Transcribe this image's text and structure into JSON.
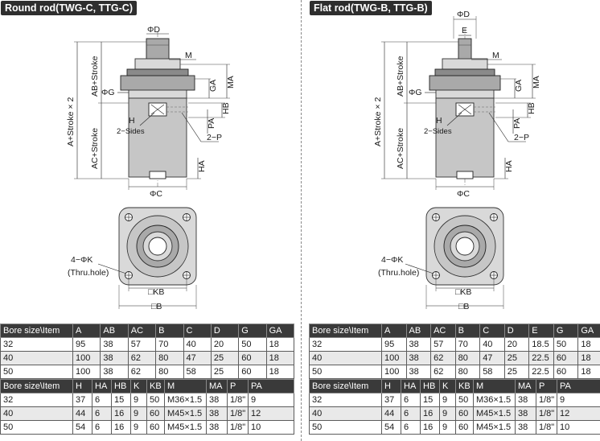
{
  "panels": [
    {
      "id": "round",
      "title": "Round rod(TWG-C, TTG-C)",
      "labels": {
        "phi_d": "ΦD",
        "e": "",
        "m": "M",
        "phi_g": "ΦG",
        "ga": "GA",
        "ma": "MA",
        "hb": "HB",
        "pa": "PA",
        "h": "H",
        "two_sides": "2−Sides",
        "two_p": "2−P",
        "ha": "HA",
        "phi_c": "ΦC",
        "a_stroke2": "A+Stroke × 2",
        "ab_stroke": "AB+Stroke",
        "ac_stroke": "AC+Stroke",
        "four_k": "4−ΦK",
        "thru_hole": "(Thru.hole)",
        "kb": "□KB",
        "b": "□B"
      },
      "table1": {
        "headers": [
          "Bore size\\Item",
          "A",
          "AB",
          "AC",
          "B",
          "C",
          "D",
          "G",
          "GA"
        ],
        "rows": [
          [
            "32",
            "95",
            "38",
            "57",
            "70",
            "40",
            "20",
            "50",
            "18"
          ],
          [
            "40",
            "100",
            "38",
            "62",
            "80",
            "47",
            "25",
            "60",
            "18"
          ],
          [
            "50",
            "100",
            "38",
            "62",
            "80",
            "58",
            "25",
            "60",
            "18"
          ]
        ]
      },
      "table2": {
        "headers": [
          "Bore size\\Item",
          "H",
          "HA",
          "HB",
          "K",
          "KB",
          "M",
          "MA",
          "P",
          "PA"
        ],
        "rows": [
          [
            "32",
            "37",
            "6",
            "15",
            "9",
            "50",
            "M36×1.5",
            "38",
            "1/8\"",
            "9"
          ],
          [
            "40",
            "44",
            "6",
            "16",
            "9",
            "60",
            "M45×1.5",
            "38",
            "1/8\"",
            "12"
          ],
          [
            "50",
            "54",
            "6",
            "16",
            "9",
            "60",
            "M45×1.5",
            "38",
            "1/8\"",
            "10"
          ]
        ]
      }
    },
    {
      "id": "flat",
      "title": "Flat rod(TWG-B, TTG-B)",
      "labels": {
        "phi_d": "ΦD",
        "e": "E",
        "m": "M",
        "phi_g": "ΦG",
        "ga": "GA",
        "ma": "MA",
        "hb": "HB",
        "pa": "PA",
        "h": "H",
        "two_sides": "2−Sides",
        "two_p": "2−P",
        "ha": "HA",
        "phi_c": "ΦC",
        "a_stroke2": "A+Stroke × 2",
        "ab_stroke": "AB+Stroke",
        "ac_stroke": "AC+Stroke",
        "four_k": "4−ΦK",
        "thru_hole": "(Thru.hole)",
        "kb": "□KB",
        "b": "□B"
      },
      "table1": {
        "headers": [
          "Bore size\\Item",
          "A",
          "AB",
          "AC",
          "B",
          "C",
          "D",
          "E",
          "G",
          "GA"
        ],
        "rows": [
          [
            "32",
            "95",
            "38",
            "57",
            "70",
            "40",
            "20",
            "18.5",
            "50",
            "18"
          ],
          [
            "40",
            "100",
            "38",
            "62",
            "80",
            "47",
            "25",
            "22.5",
            "60",
            "18"
          ],
          [
            "50",
            "100",
            "38",
            "62",
            "80",
            "58",
            "25",
            "22.5",
            "60",
            "18"
          ]
        ]
      },
      "table2": {
        "headers": [
          "Bore size\\Item",
          "H",
          "HA",
          "HB",
          "K",
          "KB",
          "M",
          "MA",
          "P",
          "PA"
        ],
        "rows": [
          [
            "32",
            "37",
            "6",
            "15",
            "9",
            "50",
            "M36×1.5",
            "38",
            "1/8\"",
            "9"
          ],
          [
            "40",
            "44",
            "6",
            "16",
            "9",
            "60",
            "M45×1.5",
            "38",
            "1/8\"",
            "12"
          ],
          [
            "50",
            "54",
            "6",
            "16",
            "9",
            "60",
            "M45×1.5",
            "38",
            "1/8\"",
            "10"
          ]
        ]
      }
    }
  ]
}
